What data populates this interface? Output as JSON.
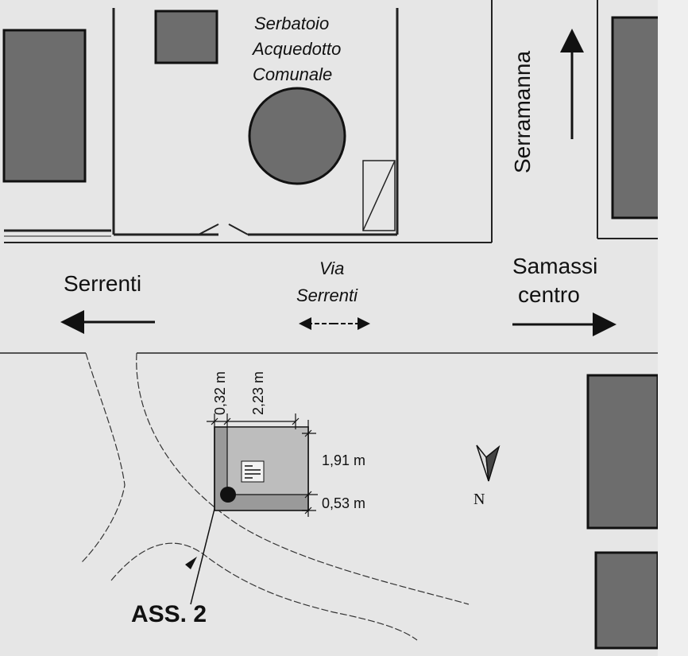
{
  "reservoir": {
    "line1": "Serbatoio",
    "line2": "Acquedotto",
    "line3": "Comunale"
  },
  "directions": {
    "north_road": "Serramanna",
    "west": "Serrenti",
    "east_line1": "Samassi",
    "east_line2": "centro"
  },
  "street": {
    "line1": "Via",
    "line2": "Serrenti"
  },
  "dimensions": {
    "offset_x": "0,32 m",
    "width": "2,23 m",
    "height": "1,91 m",
    "offset_y": "0,53 m"
  },
  "compass": {
    "label": "N"
  },
  "marker": {
    "label": "ASS. 2"
  },
  "colors": {
    "background": "#e6e6e6",
    "building": "#6d6d6d",
    "line": "#222222"
  }
}
